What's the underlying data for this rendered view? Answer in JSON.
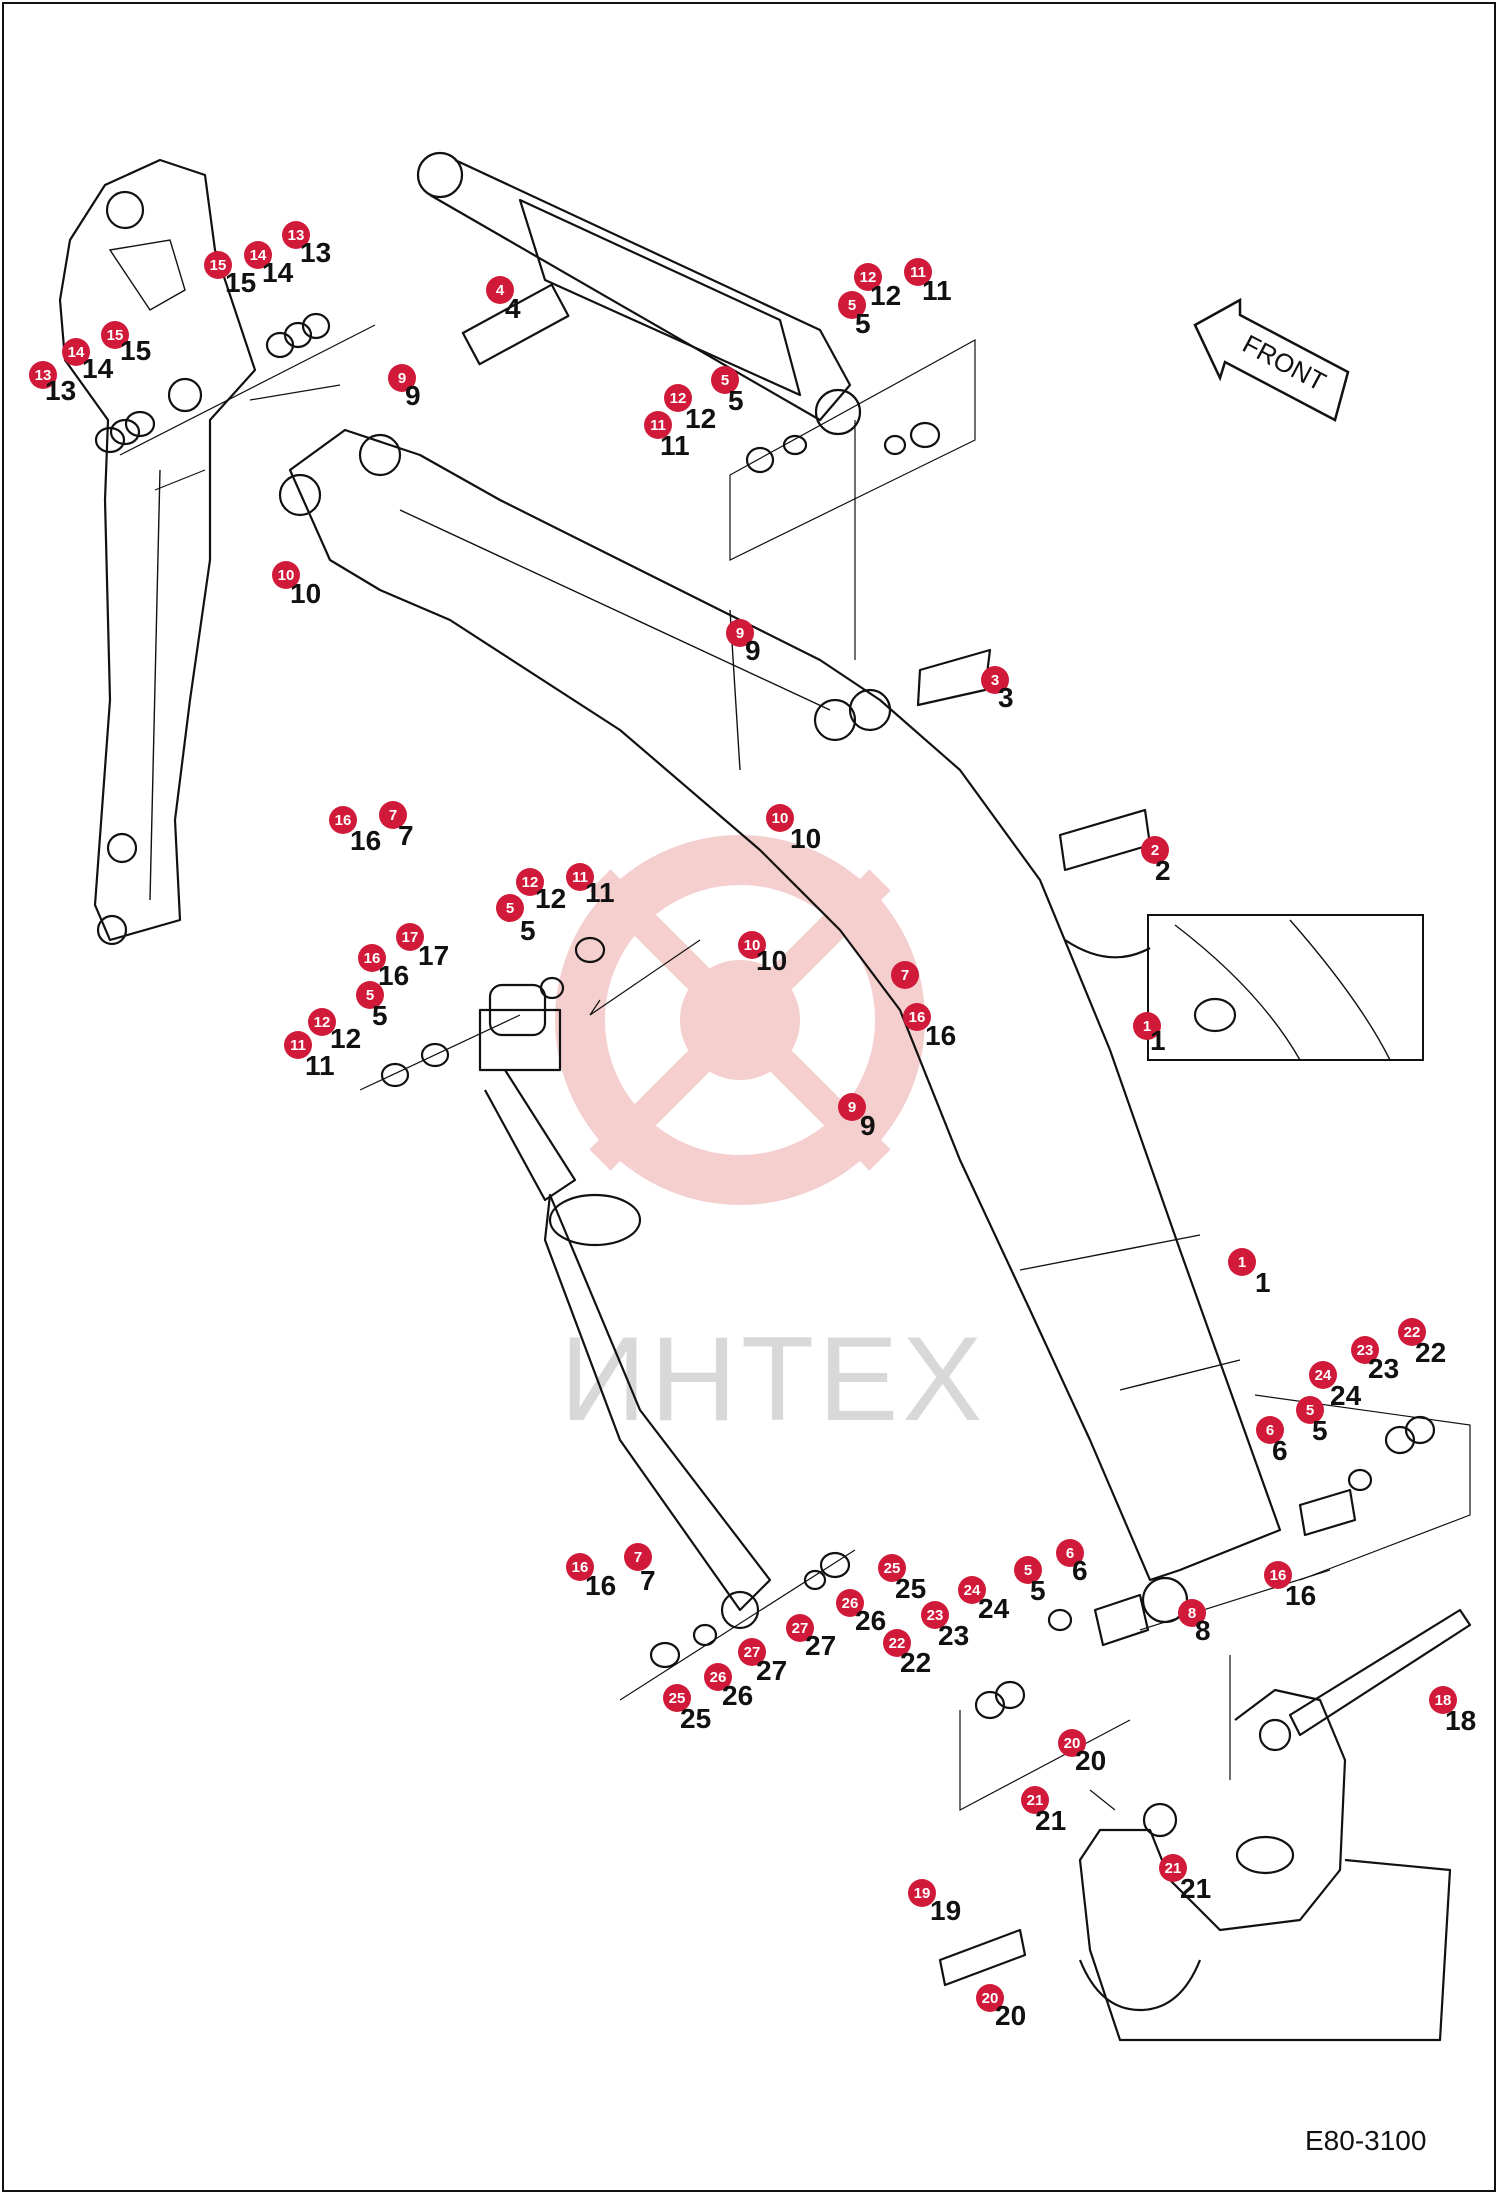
{
  "watermark": {
    "text": "ИНТЕХ"
  },
  "front_label": "FRONT",
  "drawing_code": "E80-3100",
  "colors": {
    "badge": "#d11a3a",
    "stroke": "#111111",
    "watermark_logo": "#f4c9c9",
    "watermark_text": "#d8d8d8"
  },
  "callouts": [
    {
      "n": "1"
    },
    {
      "n": "1"
    },
    {
      "n": "2"
    },
    {
      "n": "3"
    },
    {
      "n": "4"
    },
    {
      "n": "5"
    },
    {
      "n": "5"
    },
    {
      "n": "5"
    },
    {
      "n": "5"
    },
    {
      "n": "5"
    },
    {
      "n": "5"
    },
    {
      "n": "6"
    },
    {
      "n": "6"
    },
    {
      "n": "7"
    },
    {
      "n": "7"
    },
    {
      "n": "7"
    },
    {
      "n": "8"
    },
    {
      "n": "9"
    },
    {
      "n": "9"
    },
    {
      "n": "9"
    },
    {
      "n": "10"
    },
    {
      "n": "10"
    },
    {
      "n": "10"
    },
    {
      "n": "11"
    },
    {
      "n": "11"
    },
    {
      "n": "11"
    },
    {
      "n": "11"
    },
    {
      "n": "12"
    },
    {
      "n": "12"
    },
    {
      "n": "12"
    },
    {
      "n": "12"
    },
    {
      "n": "13"
    },
    {
      "n": "13"
    },
    {
      "n": "14"
    },
    {
      "n": "14"
    },
    {
      "n": "15"
    },
    {
      "n": "15"
    },
    {
      "n": "16"
    },
    {
      "n": "16"
    },
    {
      "n": "16"
    },
    {
      "n": "16"
    },
    {
      "n": "16"
    },
    {
      "n": "17"
    },
    {
      "n": "18"
    },
    {
      "n": "19"
    },
    {
      "n": "20"
    },
    {
      "n": "20"
    },
    {
      "n": "21"
    },
    {
      "n": "21"
    },
    {
      "n": "22"
    },
    {
      "n": "22"
    },
    {
      "n": "23"
    },
    {
      "n": "23"
    },
    {
      "n": "24"
    },
    {
      "n": "24"
    },
    {
      "n": "25"
    },
    {
      "n": "25"
    },
    {
      "n": "26"
    },
    {
      "n": "26"
    },
    {
      "n": "27"
    },
    {
      "n": "27"
    }
  ]
}
